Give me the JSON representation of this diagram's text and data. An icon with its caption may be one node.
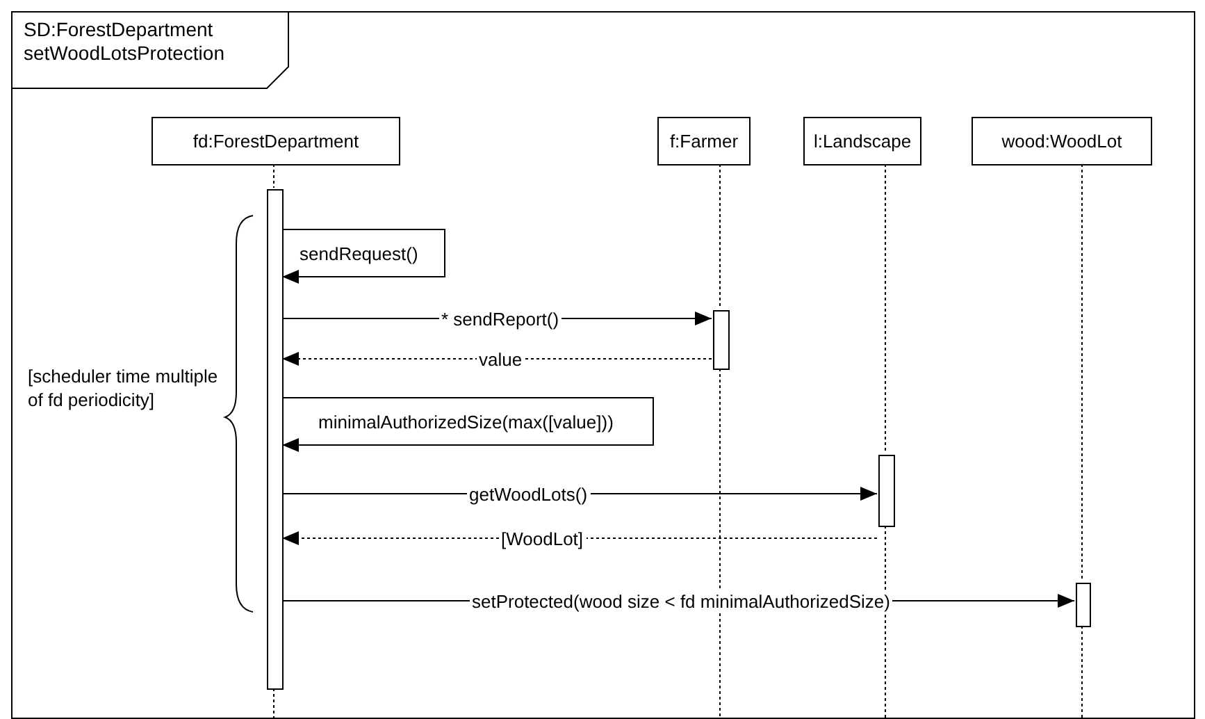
{
  "diagram": {
    "nodes": [
      {
        "text": [
          "SD:ForestDepartment setWoodLotsProtection"
        ]
      },
      {
        "text": [
          "fd:ForestDepartment"
        ],
        "in": 0
      },
      {
        "text": [
          "f:Farmer"
        ],
        "in": 0
      },
      {
        "text": [
          "l:Landscape"
        ],
        "in": 0
      },
      {
        "text": [
          "wood:WoodLot"
        ],
        "in": 0
      },
      {
        "text": [],
        "shape": "bar",
        "in": 0
      },
      {
        "text": [],
        "shape": "bar",
        "in": 0
      },
      {
        "text": [],
        "shape": "bar",
        "in": 0
      },
      {
        "text": [],
        "shape": "bar",
        "in": 0
      }
    ],
    "edges": [
      {
        "from": 1,
        "to": 5,
        "arrow": "none",
        "style": "dashed"
      },
      {
        "from": 2,
        "to": 6,
        "arrow": "none",
        "style": "dashed"
      },
      {
        "from": 3,
        "to": 7,
        "arrow": "none",
        "style": "dashed"
      },
      {
        "from": 4,
        "to": 8,
        "arrow": "none",
        "style": "dashed"
      },
      {
        "from": 5,
        "to": 5,
        "arrow": "to",
        "label": "sendRequest()"
      },
      {
        "from": 5,
        "to": 6,
        "arrow": "to",
        "label": "* sendReport()"
      },
      {
        "from": 6,
        "to": 5,
        "arrow": "to",
        "label": "value",
        "style": "dashed"
      },
      {
        "from": 5,
        "to": 5,
        "arrow": "to",
        "label": "minimalAuthorizedSize(max([value]))"
      },
      {
        "from": 5,
        "to": 7,
        "arrow": "to",
        "label": "getWoodLots()"
      },
      {
        "from": 7,
        "to": 5,
        "arrow": "to",
        "label": "[WoodLot]",
        "style": "dashed"
      },
      {
        "from": 5,
        "to": 8,
        "arrow": "to",
        "label": "setProtected(wood size < fd minimalAuthorizedSize)"
      }
    ],
    "labels": [
      "[scheduler time multiple of fd periodicity]"
    ]
  }
}
